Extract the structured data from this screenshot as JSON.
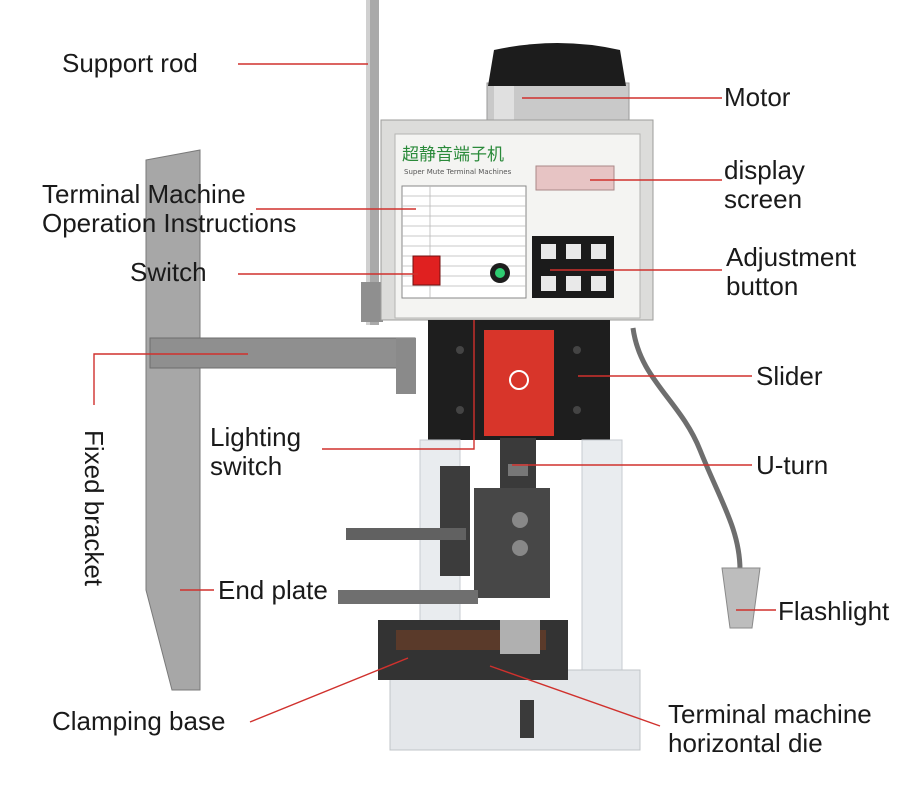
{
  "labels": {
    "support_rod": "Support rod",
    "motor": "Motor",
    "display_screen_l1": "display",
    "display_screen_l2": "screen",
    "operation_l1": "Terminal Machine",
    "operation_l2": "Operation Instructions",
    "switch": "Switch",
    "adjustment_l1": "Adjustment",
    "adjustment_l2": "button",
    "slider": "Slider",
    "fixed_bracket": "Fixed bracket",
    "lighting_l1": "Lighting",
    "lighting_l2": "switch",
    "u_turn": "U-turn",
    "end_plate": "End plate",
    "flashlight": "Flashlight",
    "clamping_base": "Clamping base",
    "horizontal_die_l1": "Terminal machine",
    "horizontal_die_l2": "horizontal die"
  },
  "machine_panel": {
    "title_cn": "超静音端子机",
    "title_en": "Super Mute Terminal Machines"
  },
  "colors": {
    "leader_line": "#d0312d",
    "switch_red": "#e02020",
    "warning_plate": "#d8352a",
    "panel_gray": "#e4e4e2",
    "text": "#1a1a1a"
  }
}
